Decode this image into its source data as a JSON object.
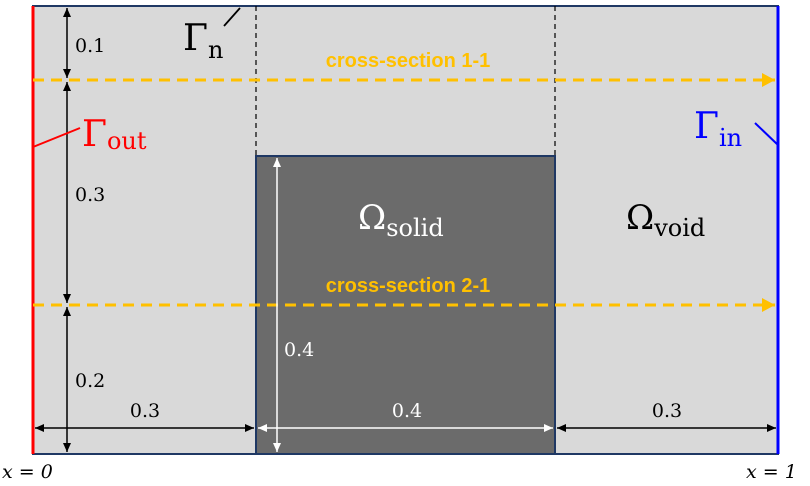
{
  "regions": {
    "void": {
      "symbol": "Ω",
      "subscript": "void"
    },
    "solid": {
      "symbol": "Ω",
      "subscript": "solid"
    }
  },
  "boundaries": {
    "outlet": {
      "symbol": "Γ",
      "subscript": "out",
      "color": "#ff0000"
    },
    "inlet": {
      "symbol": "Γ",
      "subscript": "in",
      "color": "#0000ff"
    },
    "neumann": {
      "symbol": "Γ",
      "subscript": "n"
    }
  },
  "cross_sections": {
    "first": "cross-section 1-1",
    "second": "cross-section 2-1",
    "color": "#ffc000"
  },
  "dimensions": {
    "top_gap": "0.1",
    "middle_gap": "0.3",
    "bottom_gap": "0.2",
    "left_width": "0.3",
    "solid_width": "0.4",
    "right_width": "0.3",
    "solid_height": "0.4"
  },
  "coordinates": {
    "left_label": "x = 0",
    "right_label": "x = 1"
  },
  "colors": {
    "void_fill": "#d9d9d9",
    "solid_fill": "#6b6b6b",
    "outline": "#1f3864"
  }
}
